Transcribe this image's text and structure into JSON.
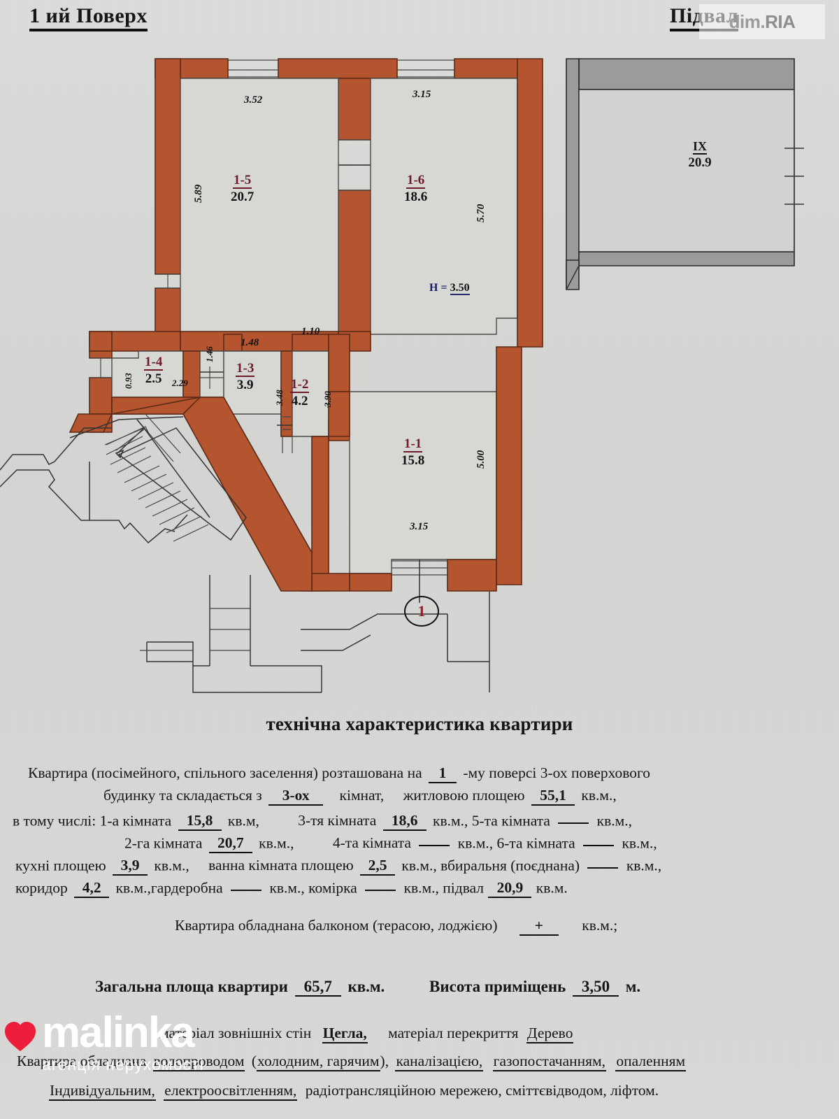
{
  "headings": {
    "floor": "1 ий Поверх",
    "basement": "Підвал",
    "spec_title": "технічна характеристика квартири"
  },
  "watermarks": {
    "dim_ria": "dim.",
    "dim_ria_suffix": "RIA",
    "malinka": "malinka",
    "malinka_sub": "агенція нерухомості"
  },
  "floor_plan": {
    "height_label_prefix": "H =",
    "height_value": "3.50",
    "entry_marker": "1",
    "rooms": [
      {
        "id": "1-1",
        "area": "15.8"
      },
      {
        "id": "1-2",
        "area": "4.2"
      },
      {
        "id": "1-3",
        "area": "3.9"
      },
      {
        "id": "1-4",
        "area": "2.5"
      },
      {
        "id": "1-5",
        "area": "20.7"
      },
      {
        "id": "1-6",
        "area": "18.6"
      }
    ],
    "dimensions": {
      "r5_width": "3.52",
      "r5_height": "5.89",
      "r6_width": "3.15",
      "r6_height": "5.70",
      "r1_width": "3.15",
      "r1_height": "5.00",
      "r4_width": "0.93",
      "r4_length": "2.29",
      "r3_width": "1.48",
      "r3_height": "3.48",
      "r2_height": "3.90",
      "corridor_w": "1.46",
      "door_w": "1.10"
    }
  },
  "basement_plan": {
    "room_number": "IX",
    "area": "20.9"
  },
  "spec": {
    "l1_a": "Квартира (посімейного, спільного заселення) розташована на",
    "l1_floor": "1",
    "l1_b": "-му  поверсі 3-ох поверхового",
    "l2_a": "будинку та складається з",
    "l2_rooms": "3-ох",
    "l2_b": "кімнат,",
    "l2_c": "житловою площею",
    "l2_living": "55,1",
    "l2_d": "кв.м.,",
    "l3_a": "в тому числі:  1-а кімната",
    "l3_r1": "15,8",
    "l3_b": "кв.м,",
    "l3_c": "3-тя кімната",
    "l3_r3": "18,6",
    "l3_d": "кв.м.,  5-та кімната",
    "l3_e": "кв.м.,",
    "l4_a": "2-га кімната",
    "l4_r2": "20,7",
    "l4_b": "кв.м.,",
    "l4_c": "4-та кімната",
    "l4_d": "кв.м.,  6-та кімната",
    "l4_e": "кв.м.,",
    "l5_a": "кухні площею",
    "l5_kitchen": "3,9",
    "l5_b": "кв.м.,",
    "l5_c": "ванна кімната площею",
    "l5_bath": "2,5",
    "l5_d": "кв.м., вбиральня (поєднана)",
    "l5_e": "кв.м.,",
    "l6_a": "коридор",
    "l6_corridor": "4,2",
    "l6_b": "кв.м.,гардеробна",
    "l6_c": "кв.м.,  комірка",
    "l6_d": "кв.м., підвал",
    "l6_basement": "20,9",
    "l6_e": "кв.м.",
    "l7_a": "Квартира обладнана балконом (терасою, лоджією)",
    "l7_balcony": "+",
    "l7_b": "кв.м.;",
    "l8_a": "Загальна площа квартири",
    "l8_total": "65,7",
    "l8_b": "кв.м.",
    "l8_c": "Висота приміщень",
    "l8_height": "3,50",
    "l8_d": "м.",
    "l9_a": "матеріал зовнішніх стін",
    "l9_walls": "Цегла,",
    "l9_b": "матеріал перекриття",
    "l9_floors": "Дерево",
    "l10_a": "Квартира обладнана",
    "l10_b": "водопроводом",
    "l10_c": "(",
    "l10_d": "холодним, гарячим",
    "l10_e": "),",
    "l10_f": "каналізацією,",
    "l10_g": "газопостачанням,",
    "l10_h": "опаленням",
    "l11_a": "Індивідуальним,",
    "l11_b": "електроосвітленням,",
    "l11_c": "радіотрансляційною мережею, сміттєвідводом, ліфтом."
  },
  "colors": {
    "wall": "#b5552f",
    "room_fill": "#d7d7d3",
    "basement_wall": "#9b9b9b",
    "label_red": "#6d1b28",
    "paper": "#d8d8d6"
  }
}
